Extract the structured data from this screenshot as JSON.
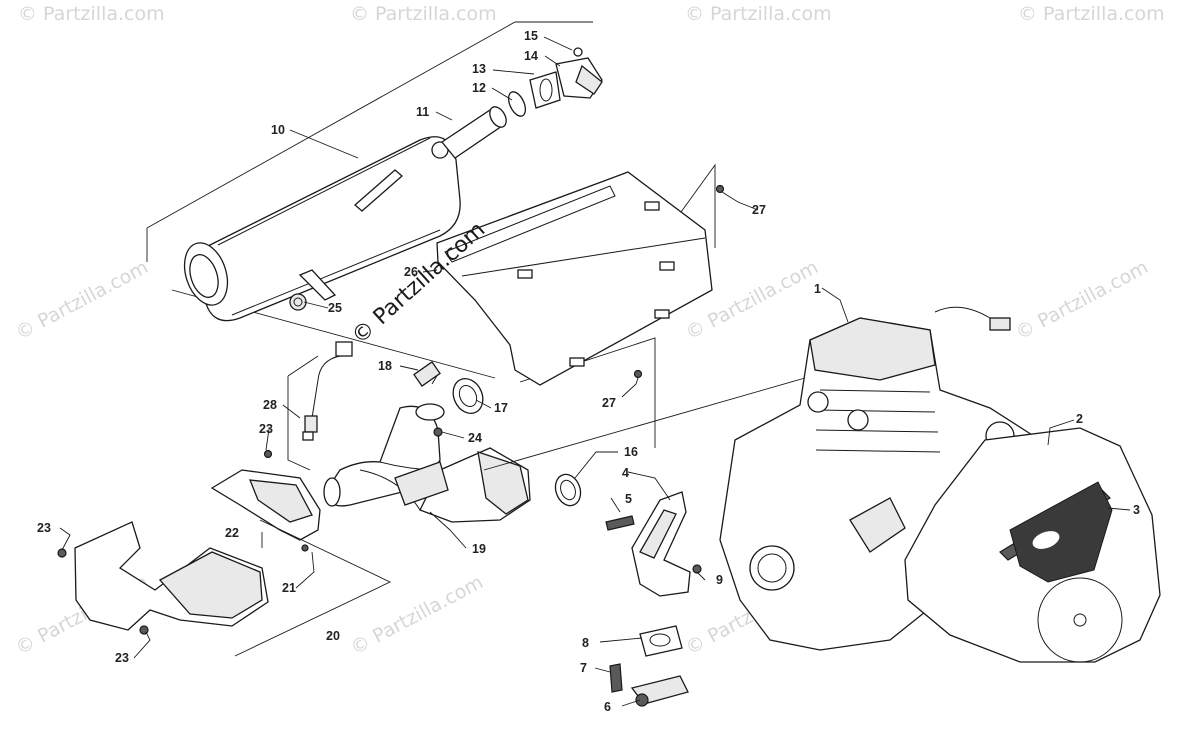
{
  "watermark": {
    "brand": "© Partzilla.com"
  },
  "callouts": {
    "c1": "1",
    "c2": "2",
    "c3": "3",
    "c4": "4",
    "c5": "5",
    "c6": "6",
    "c7": "7",
    "c8": "8",
    "c9": "9",
    "c10": "10",
    "c11": "11",
    "c12": "12",
    "c13": "13",
    "c14": "14",
    "c15": "15",
    "c16": "16",
    "c17": "17",
    "c18": "18",
    "c19": "19",
    "c20": "20",
    "c21": "21",
    "c22": "22",
    "c23a": "23",
    "c23b": "23",
    "c23c": "23",
    "c24": "24",
    "c25": "25",
    "c26": "26",
    "c27a": "27",
    "c27b": "27",
    "c28": "28"
  },
  "colors": {
    "line": "#1a1a1a",
    "watermark": "#d6d6d6",
    "badge": "#3a3a3a"
  }
}
